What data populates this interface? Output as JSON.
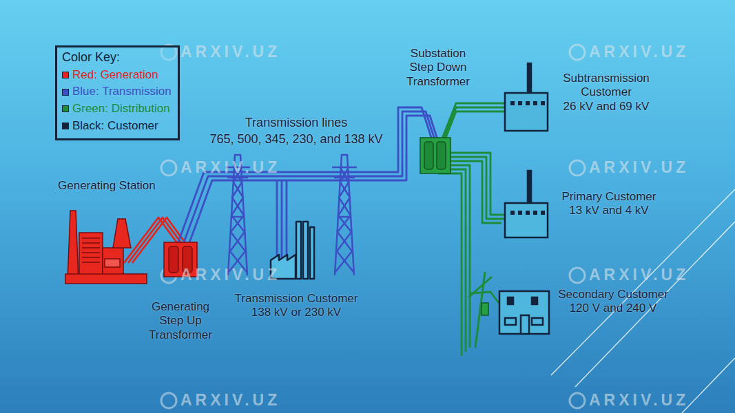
{
  "diagram": {
    "nodes": [
      {
        "text": [
          "Color Key:"
        ]
      },
      {
        "text": [
          "Generating Station"
        ]
      },
      {
        "text": [
          "Generating Step Up Transformer"
        ]
      },
      {
        "text": [
          "Transmission Customer",
          "138 kV or 230 kV"
        ]
      },
      {
        "text": [
          "Substation Step Down Transformer"
        ]
      },
      {
        "text": [
          "Subtransmission Customer",
          "26 kV and 69 kV"
        ]
      },
      {
        "text": [
          "Primary Customer",
          "13 kV and 4 kV"
        ]
      },
      {
        "text": [
          "Secondary Customer",
          "120 V and 240 V"
        ]
      }
    ],
    "edges": [
      {
        "from": 1,
        "to": 2,
        "arrow": "none"
      },
      {
        "from": 2,
        "to": 4,
        "arrow": "none"
      },
      {
        "from": 2,
        "to": 3,
        "arrow": "none"
      },
      {
        "from": 4,
        "to": 5,
        "arrow": "none"
      },
      {
        "from": 4,
        "to": 6,
        "arrow": "none"
      },
      {
        "from": 4,
        "to": 7,
        "arrow": "none"
      }
    ],
    "labels": [
      "Transmission lines",
      "765, 500, 345, 230, and 138 kV",
      "ARXIV.UZ",
      "ARXIV.UZ",
      "ARXIV.UZ",
      "ARXIV.UZ",
      "ARXIV.UZ",
      "ARXIV.UZ",
      "ARXIV.UZ",
      "ARXIV.UZ"
    ],
    "legend": [
      {
        "text": "Red: Generation",
        "color": "#e0261e"
      },
      {
        "text": "Blue: Transmission",
        "color": "#3d4fc4"
      },
      {
        "text": "Green: Distribution",
        "color": "#1e8c3a"
      },
      {
        "text": "Black: Customer",
        "color": "#14233c"
      }
    ]
  }
}
